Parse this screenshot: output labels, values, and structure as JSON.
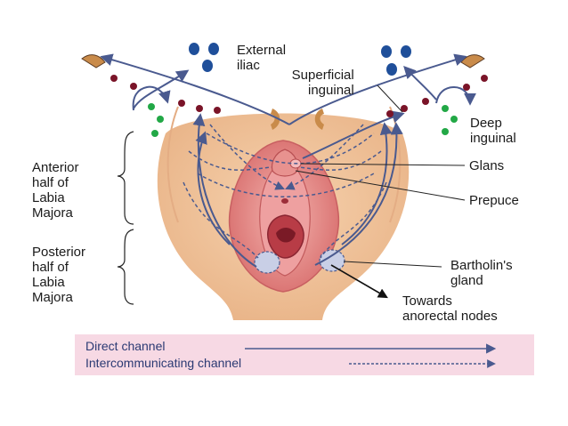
{
  "labels": {
    "external_iliac": [
      "External",
      "iliac"
    ],
    "superficial_inguinal": [
      "Superficial",
      "inguinal"
    ],
    "deep_inguinal": [
      "Deep",
      "inguinal"
    ],
    "glans": "Glans",
    "prepuce": "Prepuce",
    "anterior_half": [
      "Anterior",
      "half of",
      "Labia",
      "Majora"
    ],
    "posterior_half": [
      "Posterior",
      "half of",
      "Labia",
      "Majora"
    ],
    "bartholins_gland": [
      "Bartholin's",
      "gland"
    ],
    "towards_anorectal": [
      "Towards",
      "anorectal nodes"
    ]
  },
  "legend": {
    "direct": "Direct channel",
    "intercommunicating": "Intercommunicating channel"
  },
  "colors": {
    "channel": "#4a5a8f",
    "external_iliac_node": "#1f4f9a",
    "superficial_inguinal_node": "#7a1428",
    "deep_inguinal_node": "#22a846",
    "skin": "#f1c59c",
    "labia": "#e58a8a",
    "legend_bg": "#f7d9e4"
  }
}
